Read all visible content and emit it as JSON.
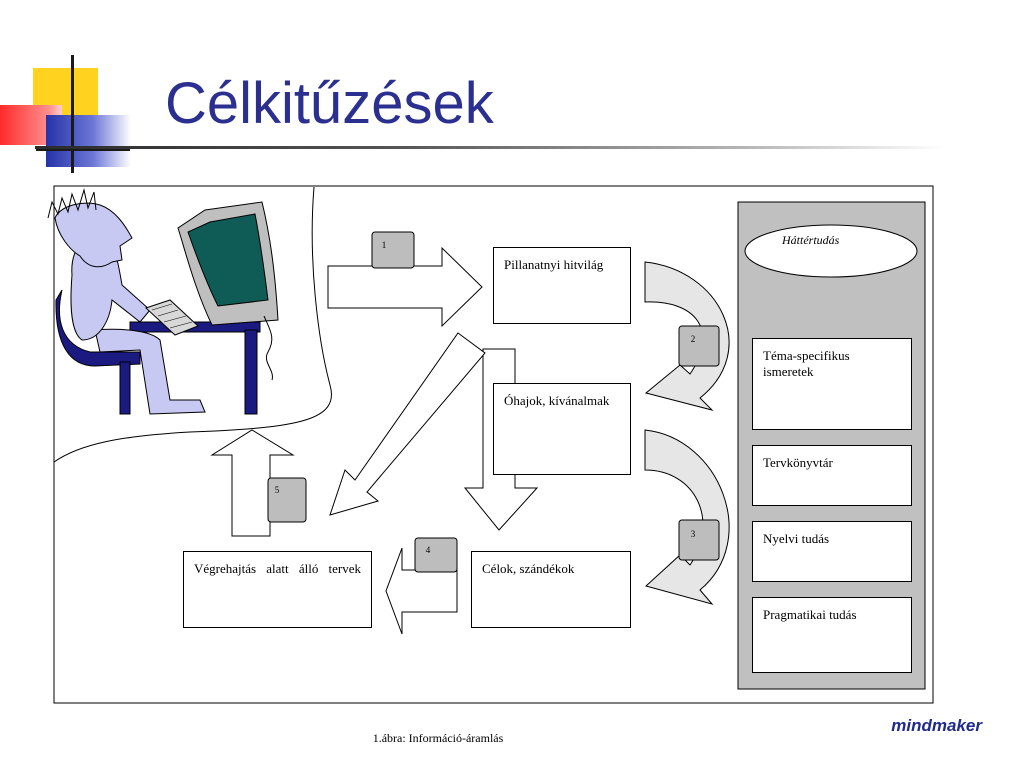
{
  "slide": {
    "title": "Célkitűzések",
    "caption": "1.ábra: Információ-áramlás",
    "brand": "mindmaker"
  },
  "diagram": {
    "flow_boxes": {
      "pillanatnyi": "Pillanatnyi hitvilág",
      "ohajok": "Óhajok, kívánalmak",
      "celok": "Célok, szándékok",
      "vegrehajtas": "Végrehajtás alatt álló tervek"
    },
    "knowledge": {
      "header": "Háttértudás",
      "items": [
        "Téma-specifikus ismeretek",
        "Tervkönyvtár",
        "Nyelvi tudás",
        "Pragmatikai tudás"
      ]
    },
    "step_numbers": [
      "1",
      "2",
      "3",
      "4",
      "5"
    ]
  },
  "colors": {
    "title": "#2b2f8f",
    "brand": "#1f2a8c",
    "panel": "#c0c0c0",
    "tab": "#bdbdbd",
    "person": "#c7c9f2",
    "chair": "#1a1a80",
    "screen": "#0e5c55"
  }
}
